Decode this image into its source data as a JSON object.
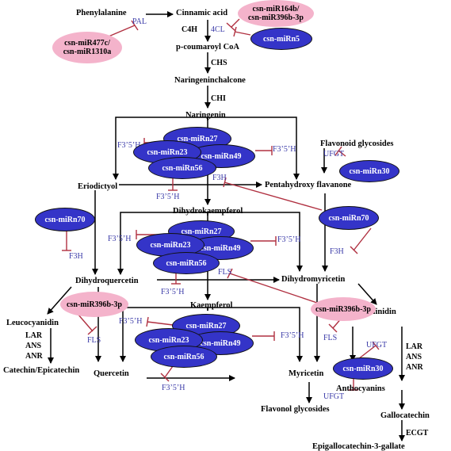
{
  "metabolites": {
    "phenylalanine": "Phenylalanine",
    "cinnamic_acid": "Cinnamic acid",
    "p_coumaroyl_coa": "p-coumaroyl CoA",
    "naringeninchalcone": "Naringeninchalcone",
    "naringenin": "Naringenin",
    "flavonoid_glycosides": "Flavonoid glycosides",
    "eriodictyol": "Eriodictyol",
    "pentahydroxy_flavanone": "Pentahydroxy flavanone",
    "dihydrokaempferol": "Dihydrokaempferol",
    "dihydroquercetin": "Dihydroquercetin",
    "dihydromyricetin": "Dihydromyricetin",
    "kaempferol": "Kaempferol",
    "leucocyanidin": "Leucocyanidin",
    "leucodelphinidin": "Leucodelphinidin",
    "catechin_epicatechin": "Catechin/Epicatechin",
    "quercetin": "Quercetin",
    "myricetin": "Myricetin",
    "anthocyanins": "Anthocyanins",
    "flavonol_glycosides": "Flavonol glycosides",
    "gallocatechin": "Gallocatechin",
    "egcg": "Epigallocatechin-3-gallate"
  },
  "enzymes": {
    "pal": "PAL",
    "c4h": "C4H",
    "cl4": "4CL",
    "chs": "CHS",
    "chi": "CHI",
    "f35h": "F3’5’H",
    "f3h": "F3H",
    "ufgt": "UFGT",
    "fls": "FLS",
    "lar_ans_anr": [
      "LAR",
      "ANS",
      "ANR"
    ],
    "ecgt": "ECGT"
  },
  "mirnas": {
    "mir477c": "csn-miR477c/",
    "mir1310a": "csn-miR1310a",
    "mir164b": "csn-miR164b/",
    "mir396b3p_line": "csn-miR396b-3p",
    "mirn5": "csn-miRn5",
    "mirn27": "csn-miRn27",
    "mirn23": "csn-miRn23",
    "mirn49": "csn-miRn49",
    "mirn56": "csn-miRn56",
    "mirn30": "csn-miRn30",
    "mirn70": "csn-miRn70",
    "mir396b3p": "csn-miR396b-3p"
  },
  "colors": {
    "mirn_oval": "#3434c8",
    "mir_oval": "#f4b3cb",
    "inhibition": "#b03040",
    "enzyme_text": "#3a3aa8",
    "pathway_arrow": "#000000"
  }
}
